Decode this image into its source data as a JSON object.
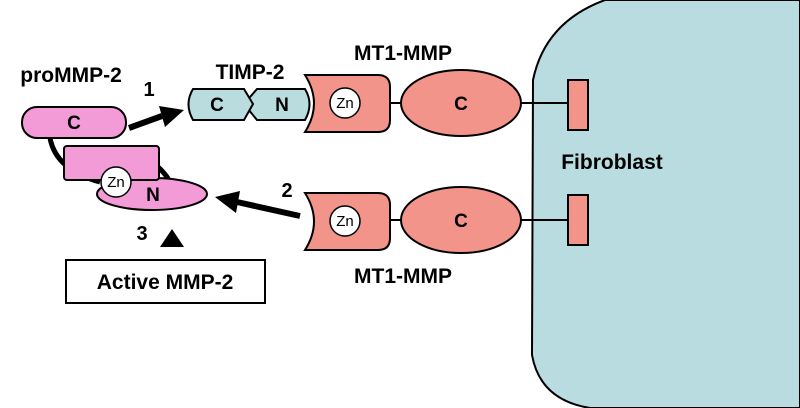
{
  "labels": {
    "prommp2": "proMMP-2",
    "timp2": "TIMP-2",
    "mt1mmp_top": "MT1-MMP",
    "mt1mmp_bottom": "MT1-MMP",
    "fibroblast": "Fibroblast",
    "active_mmp2": "Active MMP-2"
  },
  "domains": {
    "c": "C",
    "n": "N",
    "zn": "Zn"
  },
  "steps": [
    "1",
    "2",
    "3"
  ],
  "colors": {
    "cell": "#b8dce0",
    "mmp_pink": "#f39bd6",
    "mt1_salmon": "#f2948a",
    "timp_teal": "#b9dcdf",
    "ink": "#000000"
  }
}
